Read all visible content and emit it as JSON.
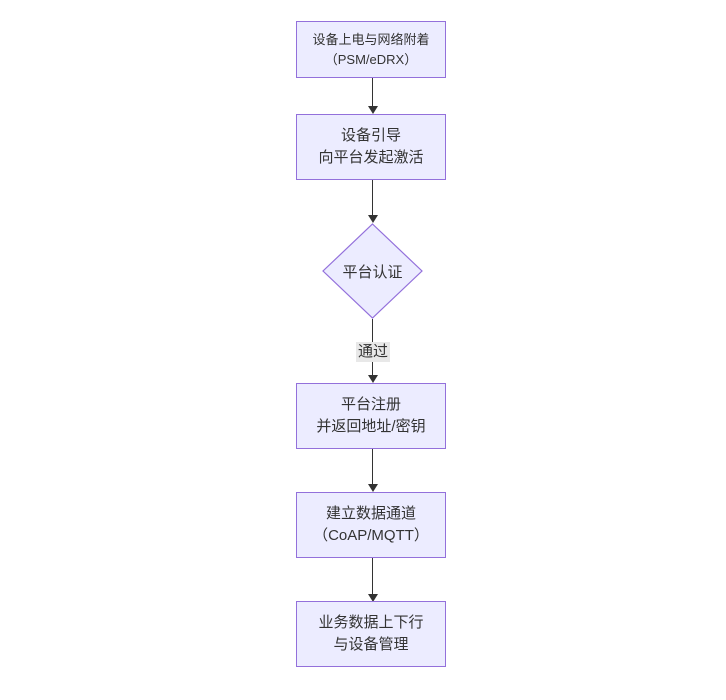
{
  "diagram": {
    "type": "flowchart",
    "direction": "top-down",
    "colors": {
      "node_fill": "#ECECFF",
      "node_border": "#9370DB",
      "edge_color": "#333333",
      "text_color": "#333333",
      "edge_label_bg": "#e8e8e8",
      "background": "#ffffff"
    },
    "nodes": [
      {
        "id": "power-on",
        "shape": "rect",
        "lines": [
          "设备上电与网络附着",
          "（PSM/eDRX）"
        ]
      },
      {
        "id": "bootstrap",
        "shape": "rect",
        "lines": [
          "设备引导",
          "向平台发起激活"
        ]
      },
      {
        "id": "auth",
        "shape": "diamond",
        "lines": [
          "平台认证"
        ]
      },
      {
        "id": "register",
        "shape": "rect",
        "lines": [
          "平台注册",
          "并返回地址/密钥"
        ]
      },
      {
        "id": "channel",
        "shape": "rect",
        "lines": [
          "建立数据通道",
          "（CoAP/MQTT）"
        ]
      },
      {
        "id": "business",
        "shape": "rect",
        "lines": [
          "业务数据上下行",
          "与设备管理"
        ]
      }
    ],
    "edges": [
      {
        "from": "power-on",
        "to": "bootstrap",
        "label": ""
      },
      {
        "from": "bootstrap",
        "to": "auth",
        "label": ""
      },
      {
        "from": "auth",
        "to": "register",
        "label": "通过"
      },
      {
        "from": "register",
        "to": "channel",
        "label": ""
      },
      {
        "from": "channel",
        "to": "business",
        "label": ""
      }
    ]
  }
}
